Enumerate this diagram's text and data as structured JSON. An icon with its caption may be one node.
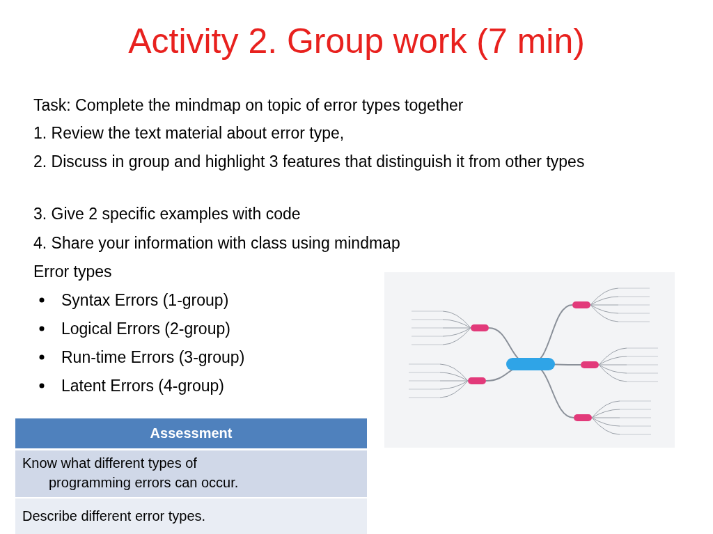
{
  "diagram": {
    "title": "Activity 2. Group work (7 min)",
    "labels": [
      "Task: Complete the mindmap on topic of error types together",
      "1. Review the text material about error type,",
      "2. Discuss in group and highlight 3 features that distinguish it from other types",
      "3. Give 2 specific examples with code",
      "4. Share your information with class using mindmap",
      "Error types",
      "Syntax Errors (1-group)",
      "Logical Errors (2-group)",
      "Run-time Errors (3-group)",
      "Latent Errors (4-group)",
      "Assessment",
      "Know what different types of programming errors can occur.",
      "Describe different error types."
    ]
  }
}
